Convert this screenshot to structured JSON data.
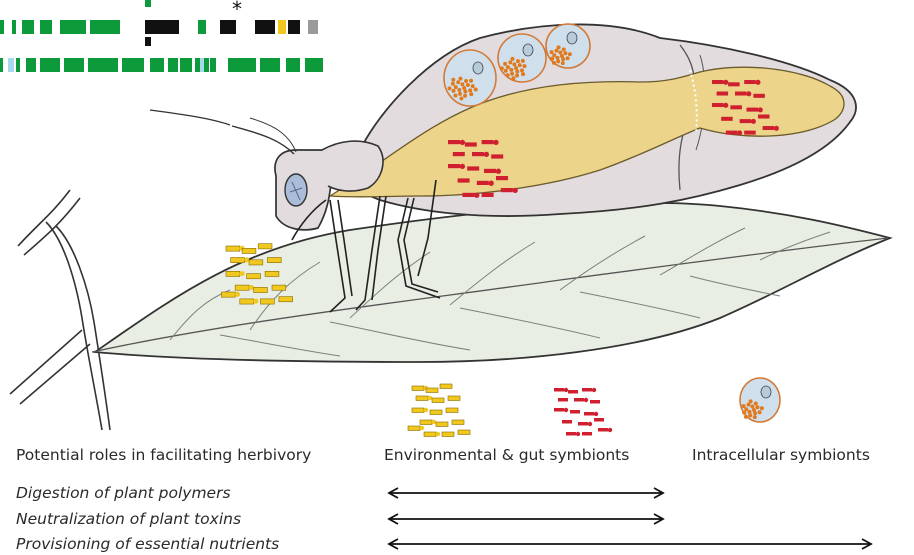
{
  "headers": {
    "roles": "Potential roles in facilitating herbivory",
    "environmental": "Environmental & gut symbionts",
    "intracellular": "Intracellular symbionts"
  },
  "roles": [
    {
      "label": "Digestion of plant polymers",
      "span": "environmental"
    },
    {
      "label": "Neutralization of plant toxins",
      "span": "environmental"
    },
    {
      "label": "Provisioning of essential nutrients",
      "span": "both"
    }
  ],
  "annotation_mark": "*",
  "colors": {
    "leaf_fill": "#e9eee4",
    "insect_body": "#e2dcde",
    "gut": "#ecd48a",
    "gut_symbiont": "#d0202f",
    "environmental_symbiont": "#f0c81e",
    "intracellular_cell": "#cfe0ec",
    "intracellular_bacteria": "#e07a1e",
    "tree_green": "#0d9a3a",
    "tree_black": "#111111",
    "tree_lightblue": "#a8d8ee"
  }
}
